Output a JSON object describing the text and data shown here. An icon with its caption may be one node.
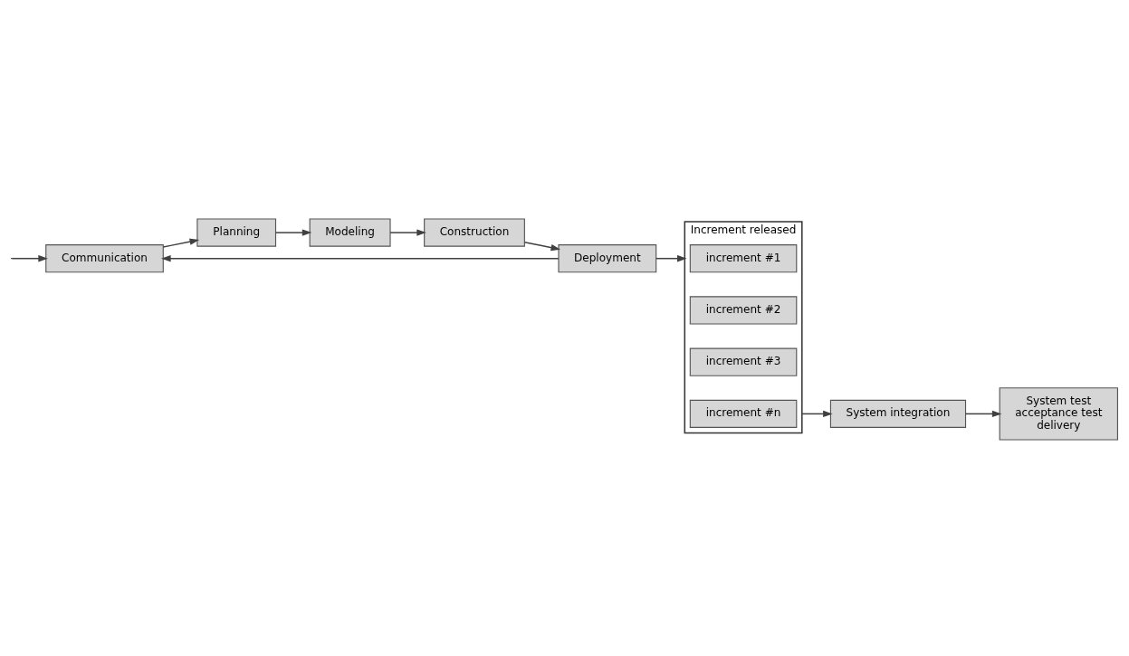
{
  "diagram": {
    "nodes": [
      {
        "text": [
          "Communication"
        ]
      },
      {
        "text": [
          "Planning"
        ]
      },
      {
        "text": [
          "Modeling"
        ]
      },
      {
        "text": [
          "Construction"
        ]
      },
      {
        "text": [
          "Deployment"
        ]
      },
      {
        "text": [
          "Increment released"
        ]
      },
      {
        "text": [
          "increment #1"
        ],
        "in": 5
      },
      {
        "text": [
          "increment #2"
        ],
        "in": 5
      },
      {
        "text": [
          "increment #3"
        ],
        "in": 5
      },
      {
        "text": [
          "increment #n"
        ],
        "in": 5
      },
      {
        "text": [
          "System integration"
        ]
      },
      {
        "text": [
          "System test",
          "acceptance test",
          "delivery"
        ]
      }
    ],
    "edges": [
      {
        "from": null,
        "to": 0,
        "arrow": "to"
      },
      {
        "from": 0,
        "to": 1,
        "arrow": "to"
      },
      {
        "from": 1,
        "to": 2,
        "arrow": "to"
      },
      {
        "from": 2,
        "to": 3,
        "arrow": "to"
      },
      {
        "from": 3,
        "to": 4,
        "arrow": "to"
      },
      {
        "from": 4,
        "to": 0,
        "arrow": "to"
      },
      {
        "from": 4,
        "to": 5,
        "arrow": "to"
      },
      {
        "from": 5,
        "to": 10,
        "arrow": "to"
      },
      {
        "from": 10,
        "to": 11,
        "arrow": "to"
      }
    ]
  }
}
